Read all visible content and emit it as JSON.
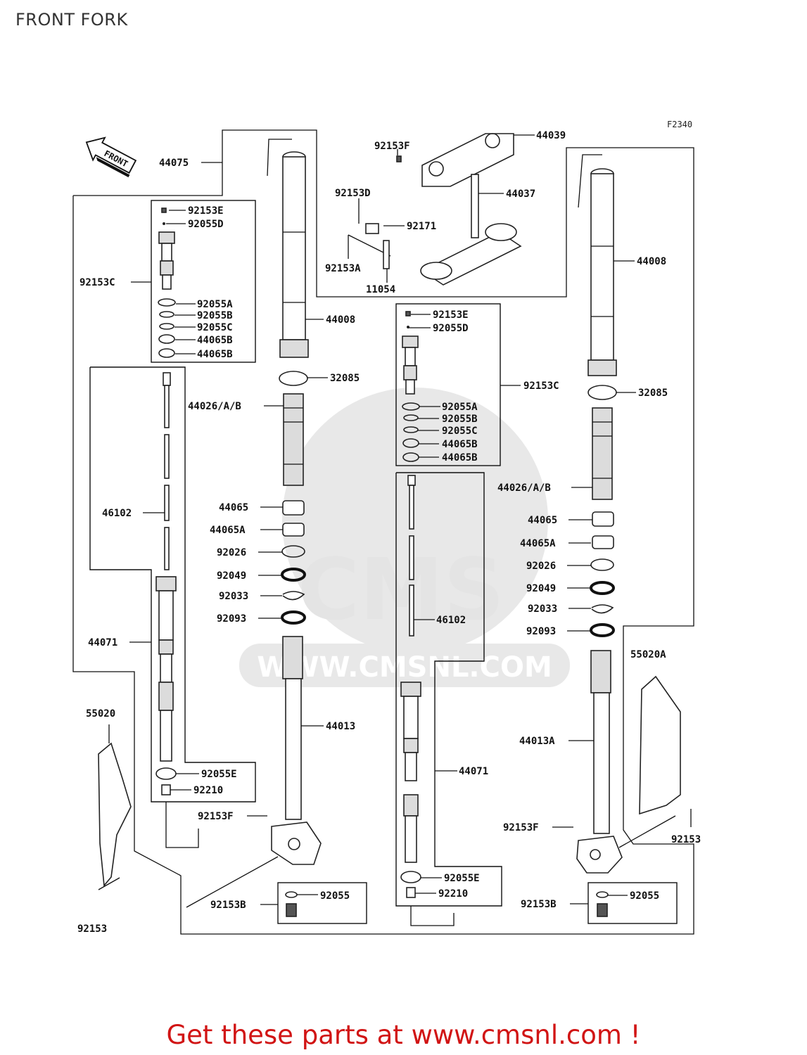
{
  "title": "FRONT FORK",
  "reference_code": "F2340",
  "front_arrow_label": "FRONT",
  "watermark": {
    "brand": "CMS",
    "url": "WWW.CMSNL.COM"
  },
  "cta": "Get these parts at www.cmsnl.com !",
  "labels": [
    {
      "id": "p44075",
      "text": "44075"
    },
    {
      "id": "p92153E_l",
      "text": "92153E"
    },
    {
      "id": "p92055D_l",
      "text": "92055D"
    },
    {
      "id": "p92153C_l",
      "text": "92153C"
    },
    {
      "id": "p92055A_l",
      "text": "92055A"
    },
    {
      "id": "p92055B_l",
      "text": "92055B"
    },
    {
      "id": "p92055C_l",
      "text": "92055C"
    },
    {
      "id": "p44065B_l1",
      "text": "44065B"
    },
    {
      "id": "p44065B_l2",
      "text": "44065B"
    },
    {
      "id": "p44008_l",
      "text": "44008"
    },
    {
      "id": "p32085_l",
      "text": "32085"
    },
    {
      "id": "p44026_l",
      "text": "44026/A/B"
    },
    {
      "id": "p46102_l",
      "text": "46102"
    },
    {
      "id": "p44065_l",
      "text": "44065"
    },
    {
      "id": "p44065A_l",
      "text": "44065A"
    },
    {
      "id": "p92026_l",
      "text": "92026"
    },
    {
      "id": "p92049_l",
      "text": "92049"
    },
    {
      "id": "p92033_l",
      "text": "92033"
    },
    {
      "id": "p92093_l",
      "text": "92093"
    },
    {
      "id": "p44071_l",
      "text": "44071"
    },
    {
      "id": "p44013",
      "text": "44013"
    },
    {
      "id": "p55020",
      "text": "55020"
    },
    {
      "id": "p92055E_l",
      "text": "92055E"
    },
    {
      "id": "p92210_l",
      "text": "92210"
    },
    {
      "id": "p92153F_l",
      "text": "92153F"
    },
    {
      "id": "p92153B_l",
      "text": "92153B"
    },
    {
      "id": "p92055_l",
      "text": "92055"
    },
    {
      "id": "p92153_l",
      "text": "92153"
    },
    {
      "id": "p92153F_top",
      "text": "92153F"
    },
    {
      "id": "p44039",
      "text": "44039"
    },
    {
      "id": "p92153D",
      "text": "92153D"
    },
    {
      "id": "p44037",
      "text": "44037"
    },
    {
      "id": "p92171",
      "text": "92171"
    },
    {
      "id": "p92153A",
      "text": "92153A"
    },
    {
      "id": "p11054",
      "text": "11054"
    },
    {
      "id": "p92153E_m",
      "text": "92153E"
    },
    {
      "id": "p92055D_m",
      "text": "92055D"
    },
    {
      "id": "p92153C_m",
      "text": "92153C"
    },
    {
      "id": "p92055A_m",
      "text": "92055A"
    },
    {
      "id": "p92055B_m",
      "text": "92055B"
    },
    {
      "id": "p92055C_m",
      "text": "92055C"
    },
    {
      "id": "p44065B_m1",
      "text": "44065B"
    },
    {
      "id": "p44065B_m2",
      "text": "44065B"
    },
    {
      "id": "p46102_m",
      "text": "46102"
    },
    {
      "id": "p44071_m",
      "text": "44071"
    },
    {
      "id": "p92055E_m",
      "text": "92055E"
    },
    {
      "id": "p92210_m",
      "text": "92210"
    },
    {
      "id": "p44008_r",
      "text": "44008"
    },
    {
      "id": "p32085_r",
      "text": "32085"
    },
    {
      "id": "p44026_r",
      "text": "44026/A/B"
    },
    {
      "id": "p44065_r",
      "text": "44065"
    },
    {
      "id": "p44065A_r",
      "text": "44065A"
    },
    {
      "id": "p92026_r",
      "text": "92026"
    },
    {
      "id": "p92049_r",
      "text": "92049"
    },
    {
      "id": "p92033_r",
      "text": "92033"
    },
    {
      "id": "p92093_r",
      "text": "92093"
    },
    {
      "id": "p55020A",
      "text": "55020A"
    },
    {
      "id": "p44013A",
      "text": "44013A"
    },
    {
      "id": "p92153F_r",
      "text": "92153F"
    },
    {
      "id": "p92153_r",
      "text": "92153"
    },
    {
      "id": "p92153B_r",
      "text": "92153B"
    },
    {
      "id": "p92055_r",
      "text": "92055"
    }
  ]
}
